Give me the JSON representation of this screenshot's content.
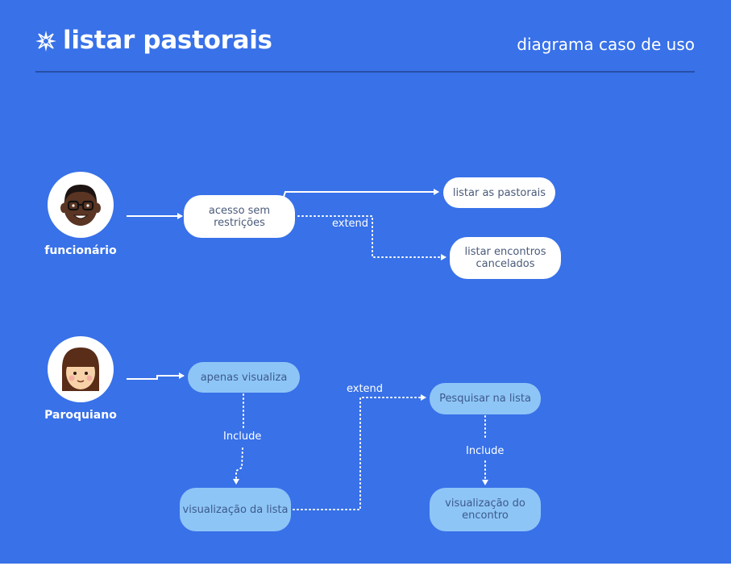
{
  "header": {
    "title": "listar pastorais",
    "subtitle": "diagrama caso de uso"
  },
  "actors": {
    "funcionario": "funcionário",
    "paroquiano": "Paroquiano"
  },
  "use_cases": {
    "acesso": "acesso sem restrições",
    "listar_pastorais": "listar as pastorais",
    "listar_encontros": "listar encontros cancelados",
    "apenas_visualiza": "apenas visualiza",
    "visualizacao_lista": "visualização da lista",
    "pesquisar": "Pesquisar na lista",
    "visualizacao_encontro": "visualização do encontro"
  },
  "relations": {
    "extend_1": "extend",
    "extend_2": "extend",
    "include_1": "Include",
    "include_2": "Include"
  },
  "colors": {
    "background": "#3871e8",
    "node_white": "#ffffff",
    "node_blue": "#8ec5f7",
    "divider": "#284fa8"
  }
}
